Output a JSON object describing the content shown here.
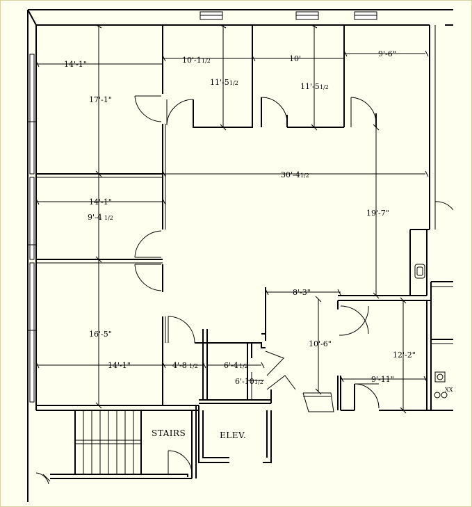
{
  "dimensions": {
    "d1": "14'-1\"",
    "d2": "17'-1\"",
    "d3": "10'-1",
    "d3_frac": "1/2",
    "d4": "10'",
    "d5": "9'-6\"",
    "d6": "11'-5",
    "d6_frac": "1/2",
    "d7": "11'-5",
    "d7_frac": "1/2",
    "d8": "30'-4",
    "d8_frac": "1/2",
    "d9": "14'-1\"",
    "d10": "9'-4",
    "d10_frac": "1/2",
    "d11": "19'-7\"",
    "d12": "8'-3\"",
    "d13": "16'-5\"",
    "d14": "10'-6\"",
    "d15": "12'-2\"",
    "d16": "14'-1\"",
    "d17": "4'-8",
    "d17_frac": "1/2",
    "d18": "6'-4",
    "d18_frac": "1/2",
    "d19": "6'-10",
    "d19_frac": "1/2",
    "d20": "9'-11\""
  },
  "rooms": {
    "stairs": "STAIRS",
    "elev": "ELEV."
  }
}
